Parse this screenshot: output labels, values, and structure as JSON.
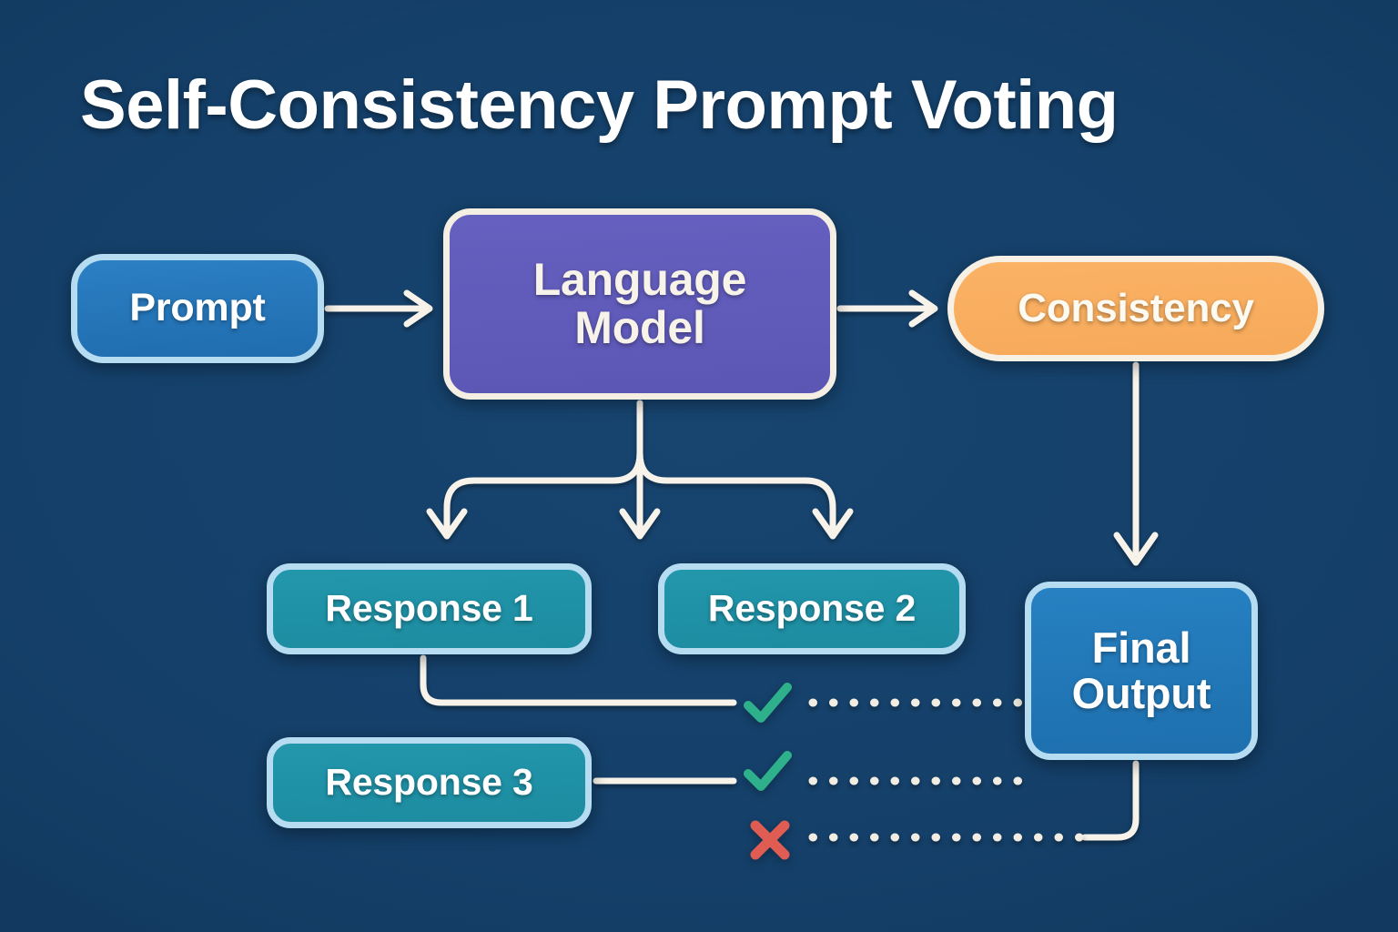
{
  "page": {
    "title": "Self-Consistency Prompt Voting",
    "background_color": "#123c66"
  },
  "nodes": {
    "prompt": {
      "label": "Prompt",
      "fill": "#2b7fc4",
      "border": "#b6dcf2",
      "text": "#ffffff"
    },
    "language_model": {
      "label": "Language\nModel",
      "fill": "#6560c0",
      "border": "#f4efe2",
      "text": "#f7f3e8"
    },
    "consistency": {
      "label": "Consistency",
      "fill": "#fbb265",
      "border": "#f6f1e4",
      "text": "#fdfaf2"
    },
    "response_1": {
      "label": "Response 1",
      "fill": "#2296ab",
      "border": "#b6dcf2",
      "text": "#ffffff"
    },
    "response_2": {
      "label": "Response 2",
      "fill": "#2296ab",
      "border": "#b6dcf2",
      "text": "#ffffff"
    },
    "response_3": {
      "label": "Response 3",
      "fill": "#2296ab",
      "border": "#b6dcf2",
      "text": "#ffffff"
    },
    "final_output": {
      "label": "Final\nOutput",
      "fill": "#2680c2",
      "border": "#b6dcf2",
      "text": "#ffffff"
    }
  },
  "votes": [
    {
      "icon": "check-icon",
      "state": "agree",
      "color": "#2eb08b",
      "source": "response_1"
    },
    {
      "icon": "check-icon",
      "state": "agree",
      "color": "#2eb08b",
      "source": "response_3"
    },
    {
      "icon": "cross-icon",
      "state": "disagree",
      "color": "#e05c52",
      "source": "response_2"
    }
  ],
  "connectors": [
    {
      "name": "prompt-to-language-model",
      "style": "solid-arrow",
      "color": "#f7f3ea"
    },
    {
      "name": "language-model-to-consistency",
      "style": "solid-arrow",
      "color": "#f7f3ea"
    },
    {
      "name": "language-model-to-response-1",
      "style": "solid-arrow",
      "color": "#f7f3ea"
    },
    {
      "name": "language-model-to-response-2",
      "style": "solid-arrow",
      "color": "#f7f3ea"
    },
    {
      "name": "language-model-to-response-3",
      "style": "solid-arrow",
      "color": "#f7f3ea"
    },
    {
      "name": "consistency-to-final-output",
      "style": "solid-arrow",
      "color": "#f7f3ea"
    },
    {
      "name": "response-1-to-check-1",
      "style": "solid",
      "color": "#f7f3ea"
    },
    {
      "name": "response-3-to-check-2",
      "style": "solid",
      "color": "#f7f3ea"
    },
    {
      "name": "check-1-to-final-output",
      "style": "dotted",
      "color": "#f2ede2"
    },
    {
      "name": "check-2-to-final-output",
      "style": "dotted",
      "color": "#f2ede2"
    },
    {
      "name": "cross-1-to-final-output",
      "style": "dotted",
      "color": "#f2ede2"
    }
  ]
}
